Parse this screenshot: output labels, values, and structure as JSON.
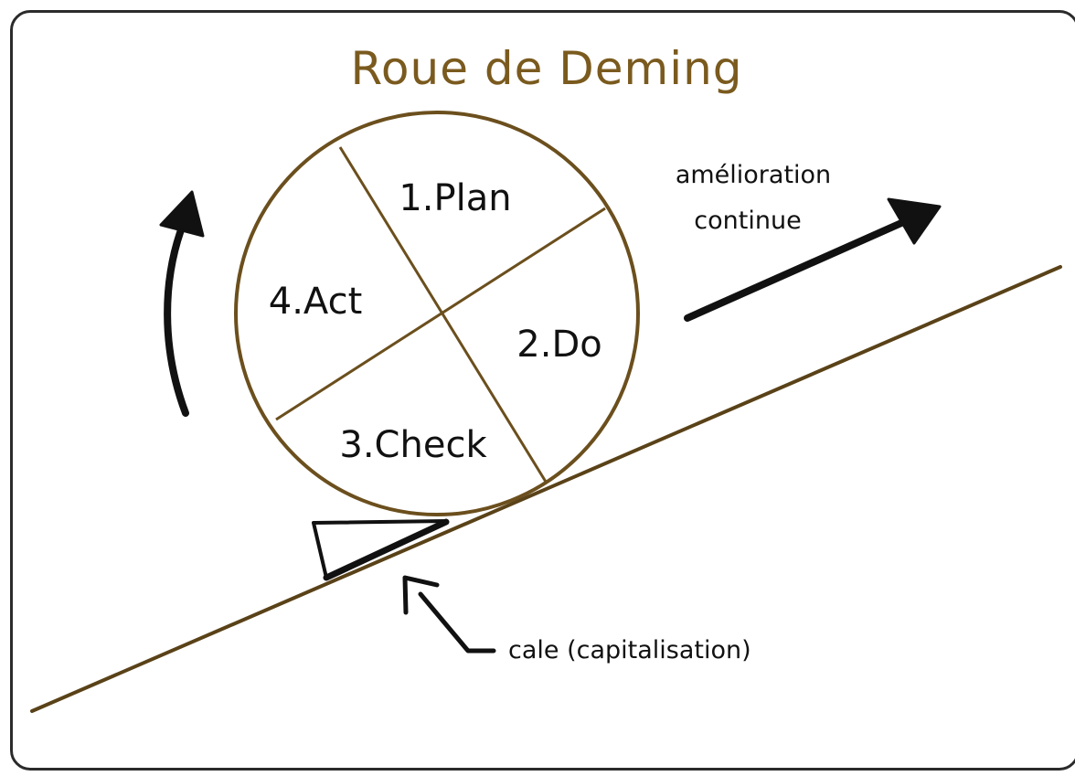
{
  "title": "Roue de Deming",
  "quadrants": {
    "plan": "1.Plan",
    "do": "2.Do",
    "check": "3.Check",
    "act": "4.Act"
  },
  "annotations": {
    "improvement_line1": "amélioration",
    "improvement_line2": "continue",
    "wedge_label": "cale (capitalisation)"
  },
  "colors": {
    "wheel": "#6b4f1d",
    "slope": "#5a4218",
    "title": "#7a5a1e",
    "ink": "#111111"
  }
}
